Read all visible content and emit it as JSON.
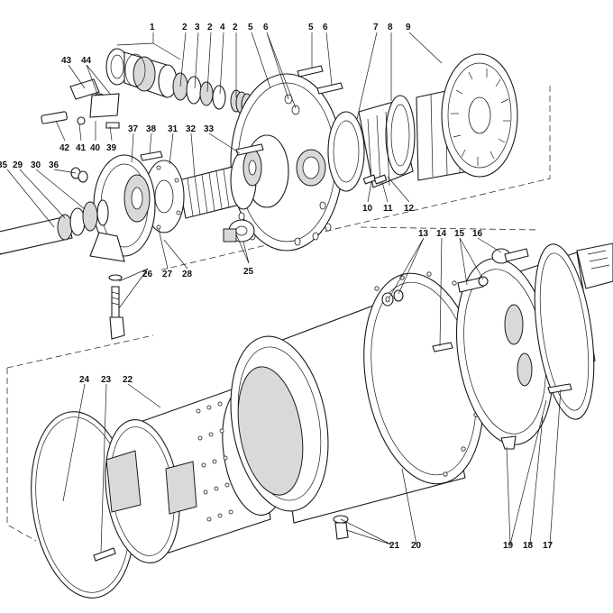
{
  "diagram": {
    "callouts": [
      {
        "id": "c1",
        "label": "1"
      },
      {
        "id": "c2a",
        "label": "2"
      },
      {
        "id": "c3",
        "label": "3"
      },
      {
        "id": "c2b",
        "label": "2"
      },
      {
        "id": "c4",
        "label": "4"
      },
      {
        "id": "c2c",
        "label": "2"
      },
      {
        "id": "c5a",
        "label": "5"
      },
      {
        "id": "c6a",
        "label": "6"
      },
      {
        "id": "c5b",
        "label": "5"
      },
      {
        "id": "c6b",
        "label": "6"
      },
      {
        "id": "c7",
        "label": "7"
      },
      {
        "id": "c8",
        "label": "8"
      },
      {
        "id": "c9",
        "label": "9"
      },
      {
        "id": "c43",
        "label": "43"
      },
      {
        "id": "c44",
        "label": "44"
      },
      {
        "id": "c42",
        "label": "42"
      },
      {
        "id": "c41",
        "label": "41"
      },
      {
        "id": "c40",
        "label": "40"
      },
      {
        "id": "c39",
        "label": "39"
      },
      {
        "id": "c37",
        "label": "37"
      },
      {
        "id": "c38",
        "label": "38"
      },
      {
        "id": "c31",
        "label": "31"
      },
      {
        "id": "c32",
        "label": "32"
      },
      {
        "id": "c33",
        "label": "33"
      },
      {
        "id": "c35",
        "label": "35"
      },
      {
        "id": "c29",
        "label": "29"
      },
      {
        "id": "c30",
        "label": "30"
      },
      {
        "id": "c36",
        "label": "36"
      },
      {
        "id": "c10",
        "label": "10"
      },
      {
        "id": "c11",
        "label": "11"
      },
      {
        "id": "c12",
        "label": "12"
      },
      {
        "id": "c25",
        "label": "25"
      },
      {
        "id": "c26",
        "label": "26"
      },
      {
        "id": "c27",
        "label": "27"
      },
      {
        "id": "c28",
        "label": "28"
      },
      {
        "id": "c13",
        "label": "13"
      },
      {
        "id": "c14",
        "label": "14"
      },
      {
        "id": "c15",
        "label": "15"
      },
      {
        "id": "c16",
        "label": "16"
      },
      {
        "id": "c24",
        "label": "24"
      },
      {
        "id": "c23",
        "label": "23"
      },
      {
        "id": "c22",
        "label": "22"
      },
      {
        "id": "c21",
        "label": "21"
      },
      {
        "id": "c20",
        "label": "20"
      },
      {
        "id": "c19",
        "label": "19"
      },
      {
        "id": "c18",
        "label": "18"
      },
      {
        "id": "c17",
        "label": "17"
      }
    ]
  }
}
